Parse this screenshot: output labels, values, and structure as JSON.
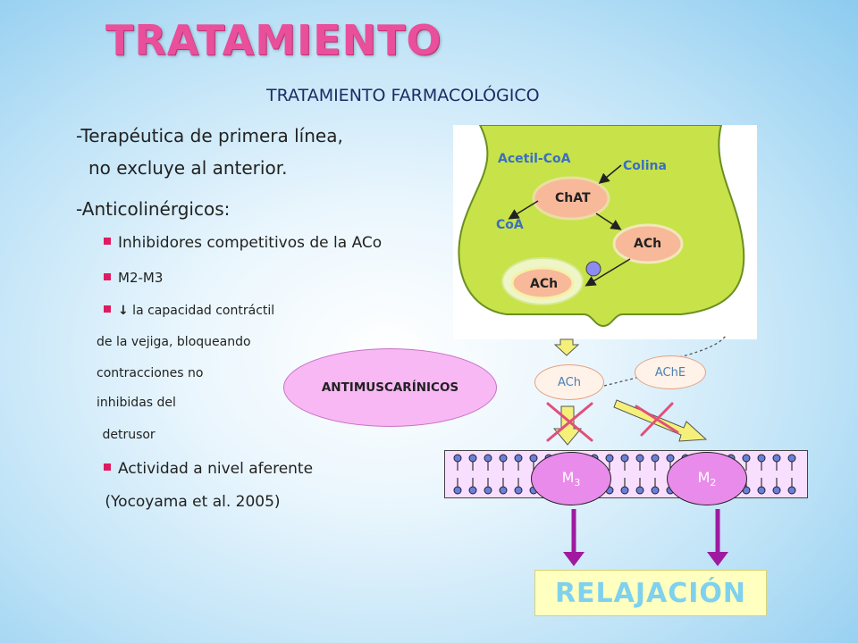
{
  "title": "TRATAMIENTO",
  "subtitle": "TRATAMIENTO FARMACOLÓGICO",
  "lines": {
    "l1": "-Terapéutica de primera línea,",
    "l2": "no excluye al anterior.",
    "l3": "-Anticolinérgicos:",
    "b1": "Inhibidores competitivos de la ACo",
    "b2": "M2-M3",
    "b3": " la capacidad contráctil",
    "c1": "de la vejiga, bloqueando",
    "c2": "contracciones  no",
    "c3": "inhibidas del",
    "c4": " detrusor",
    "b4": "Actividad a nivel aferente",
    "ref": " (Yocoyama et al. 2005)"
  },
  "diagram": {
    "acetil": "Acetil-CoA",
    "colina": "Colina",
    "chat": "ChAT",
    "coa": "CoA",
    "ach_vesicle": "ACh",
    "ach_inner": "ACh",
    "ach_synapse": "ACh",
    "ache": "AChE",
    "antimuscarinicos": "ANTIMUSCARÍNICOS",
    "m3": "M",
    "m3_sub": "3",
    "m2": "M",
    "m2_sub": "2",
    "relajacion": "RELAJACIÓN"
  },
  "colors": {
    "title": "#e94f9b",
    "neuron": "#c8e24a",
    "receptor": "#e98bea",
    "arrow": "#a01aa0",
    "cross": "#e0507a"
  }
}
